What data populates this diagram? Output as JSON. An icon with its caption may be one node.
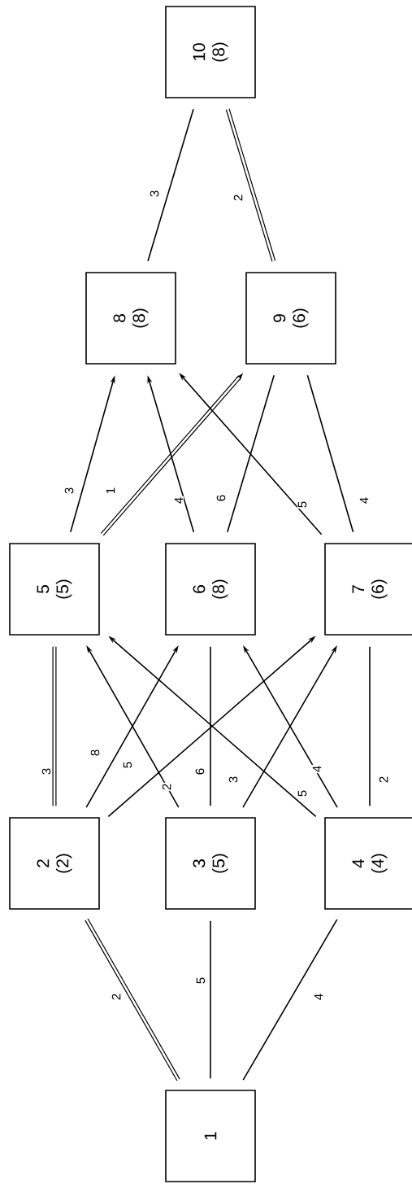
{
  "diagram": {
    "nodes": [
      {
        "text": [
          "10",
          "(8)"
        ]
      },
      {
        "text": [
          "8",
          "(8)"
        ]
      },
      {
        "text": [
          "9",
          "(6)"
        ]
      },
      {
        "text": [
          "5",
          "(5)"
        ]
      },
      {
        "text": [
          "6",
          "(8)"
        ]
      },
      {
        "text": [
          "7",
          "(6)"
        ]
      },
      {
        "text": [
          "2",
          "(2)"
        ]
      },
      {
        "text": [
          "3",
          "(5)"
        ]
      },
      {
        "text": [
          "4",
          "(4)"
        ]
      },
      {
        "text": [
          "1"
        ]
      }
    ],
    "edges": [
      {
        "from": 9,
        "to": 6,
        "arrow": "none",
        "label": "2",
        "style": "thick"
      },
      {
        "from": 9,
        "to": 7,
        "arrow": "none",
        "label": "5"
      },
      {
        "from": 9,
        "to": 8,
        "arrow": "none",
        "label": "4"
      },
      {
        "from": 6,
        "to": 3,
        "arrow": "none",
        "label": "3",
        "style": "thick"
      },
      {
        "from": 6,
        "to": 4,
        "arrow": "to",
        "label": "8"
      },
      {
        "from": 6,
        "to": 5,
        "arrow": "to",
        "label": "5"
      },
      {
        "from": 7,
        "to": 3,
        "arrow": "to",
        "label": "2"
      },
      {
        "from": 7,
        "to": 4,
        "arrow": "none",
        "label": "6"
      },
      {
        "from": 7,
        "to": 5,
        "arrow": "to",
        "label": "3"
      },
      {
        "from": 8,
        "to": 3,
        "arrow": "to",
        "label": "5"
      },
      {
        "from": 8,
        "to": 4,
        "arrow": "to",
        "label": "4"
      },
      {
        "from": 8,
        "to": 5,
        "arrow": "none",
        "label": "2"
      },
      {
        "from": 3,
        "to": 1,
        "arrow": "to",
        "label": "3"
      },
      {
        "from": 3,
        "to": 2,
        "arrow": "to",
        "label": "1",
        "style": "thick"
      },
      {
        "from": 4,
        "to": 1,
        "arrow": "to",
        "label": "4"
      },
      {
        "from": 4,
        "to": 2,
        "arrow": "none",
        "label": "6"
      },
      {
        "from": 5,
        "to": 1,
        "arrow": "to",
        "label": "5"
      },
      {
        "from": 5,
        "to": 2,
        "arrow": "none",
        "label": "4"
      },
      {
        "from": 1,
        "to": 0,
        "arrow": "none",
        "label": "3"
      },
      {
        "from": 2,
        "to": 0,
        "arrow": "none",
        "label": "2",
        "style": "thick"
      }
    ]
  }
}
